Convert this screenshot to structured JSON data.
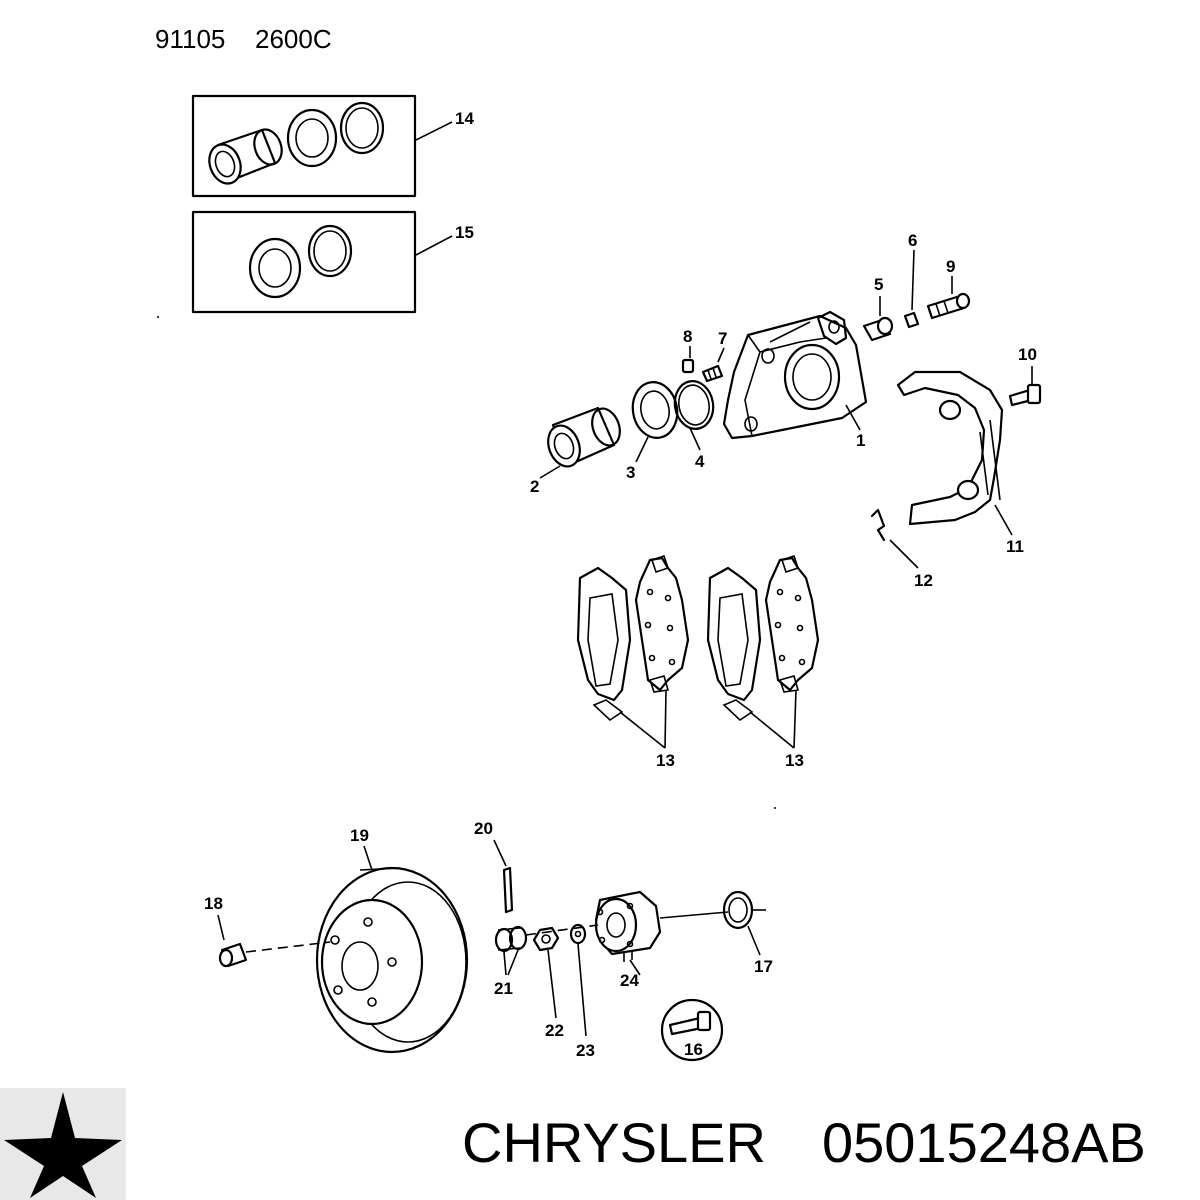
{
  "header": {
    "code_left": "91105",
    "code_right": "2600C"
  },
  "footer": {
    "brand": "CHRYSLER",
    "part_number": "05015248AB"
  },
  "callouts": {
    "c1": "1",
    "c2": "2",
    "c3": "3",
    "c4": "4",
    "c5": "5",
    "c6": "6",
    "c7": "7",
    "c8": "8",
    "c9": "9",
    "c10": "10",
    "c11": "11",
    "c12": "12",
    "c13a": "13",
    "c13b": "13",
    "c14": "14",
    "c15": "15",
    "c16": "16",
    "c17": "17",
    "c18": "18",
    "c19": "19",
    "c20": "20",
    "c21": "21",
    "c22": "22",
    "c23": "23",
    "c24": "24"
  },
  "icons": {
    "logo": "chrysler-pentastar-logo"
  }
}
